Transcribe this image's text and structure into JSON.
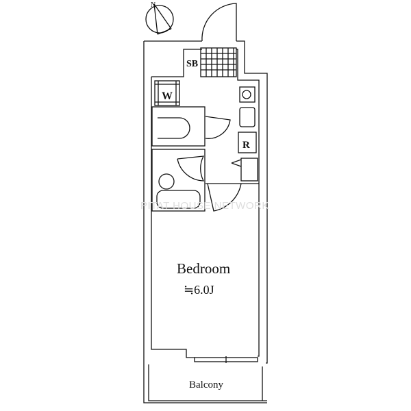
{
  "plan": {
    "rooms": {
      "bedroom": "Bedroom",
      "bedroom_size": "≒6.0J",
      "balcony": "Balcony",
      "shoe_box": "SB",
      "washer": "W",
      "refrigerator": "R"
    },
    "compass": "N",
    "watermark": "PITAT HOUSE NETWORK"
  }
}
